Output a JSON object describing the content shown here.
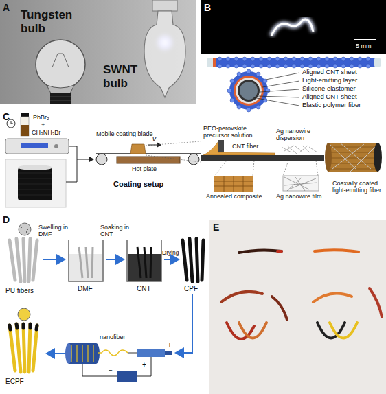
{
  "diagram": {
    "labels": [
      "A",
      "Tungsten bulb",
      "SWNT bulb",
      "B",
      "5 mm",
      "Aligned CNT sheet",
      "Light-emitting layer",
      "Silicone elastomer",
      "Aligned CNT sheet",
      "Elastic polymer fiber",
      "C",
      "PbBr₂",
      "+",
      "CH₃NH₃Br",
      "Mobile coating blade",
      "v",
      "Hot plate",
      "Coating setup",
      "PEO-perovskite precursor solution",
      "CNT fiber",
      "Annealed composite",
      "Ag nanowire dispersion",
      "Ag nanowire film",
      "Coaxially coated light-emitting fiber",
      "D",
      "PU fibers",
      "Swelling in DMF",
      "DMF",
      "Soaking in CNT",
      "CNT",
      "Drying",
      "CPF",
      "ECPF",
      "nanofiber",
      "+",
      "−",
      "+",
      "E"
    ]
  }
}
